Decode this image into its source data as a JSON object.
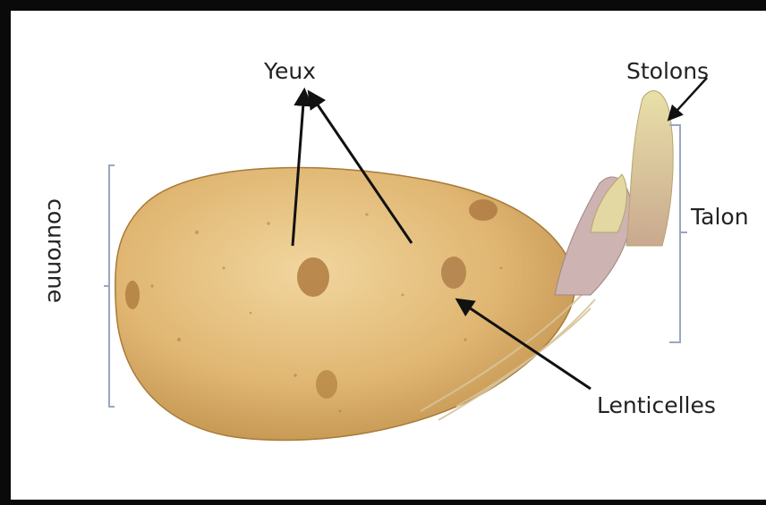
{
  "labels": {
    "yeux": "Yeux",
    "stolons": "Stolons",
    "talon": "Talon",
    "lenticelles": "Lenticelles",
    "couronne": "couronne"
  },
  "colors": {
    "frame": "#0a0a0a",
    "potato_light": "#e8c88a",
    "potato_dark": "#b8893f",
    "sprout": "#ddd2a0",
    "bracket": "#9aa7bf",
    "arrow": "#111111"
  }
}
